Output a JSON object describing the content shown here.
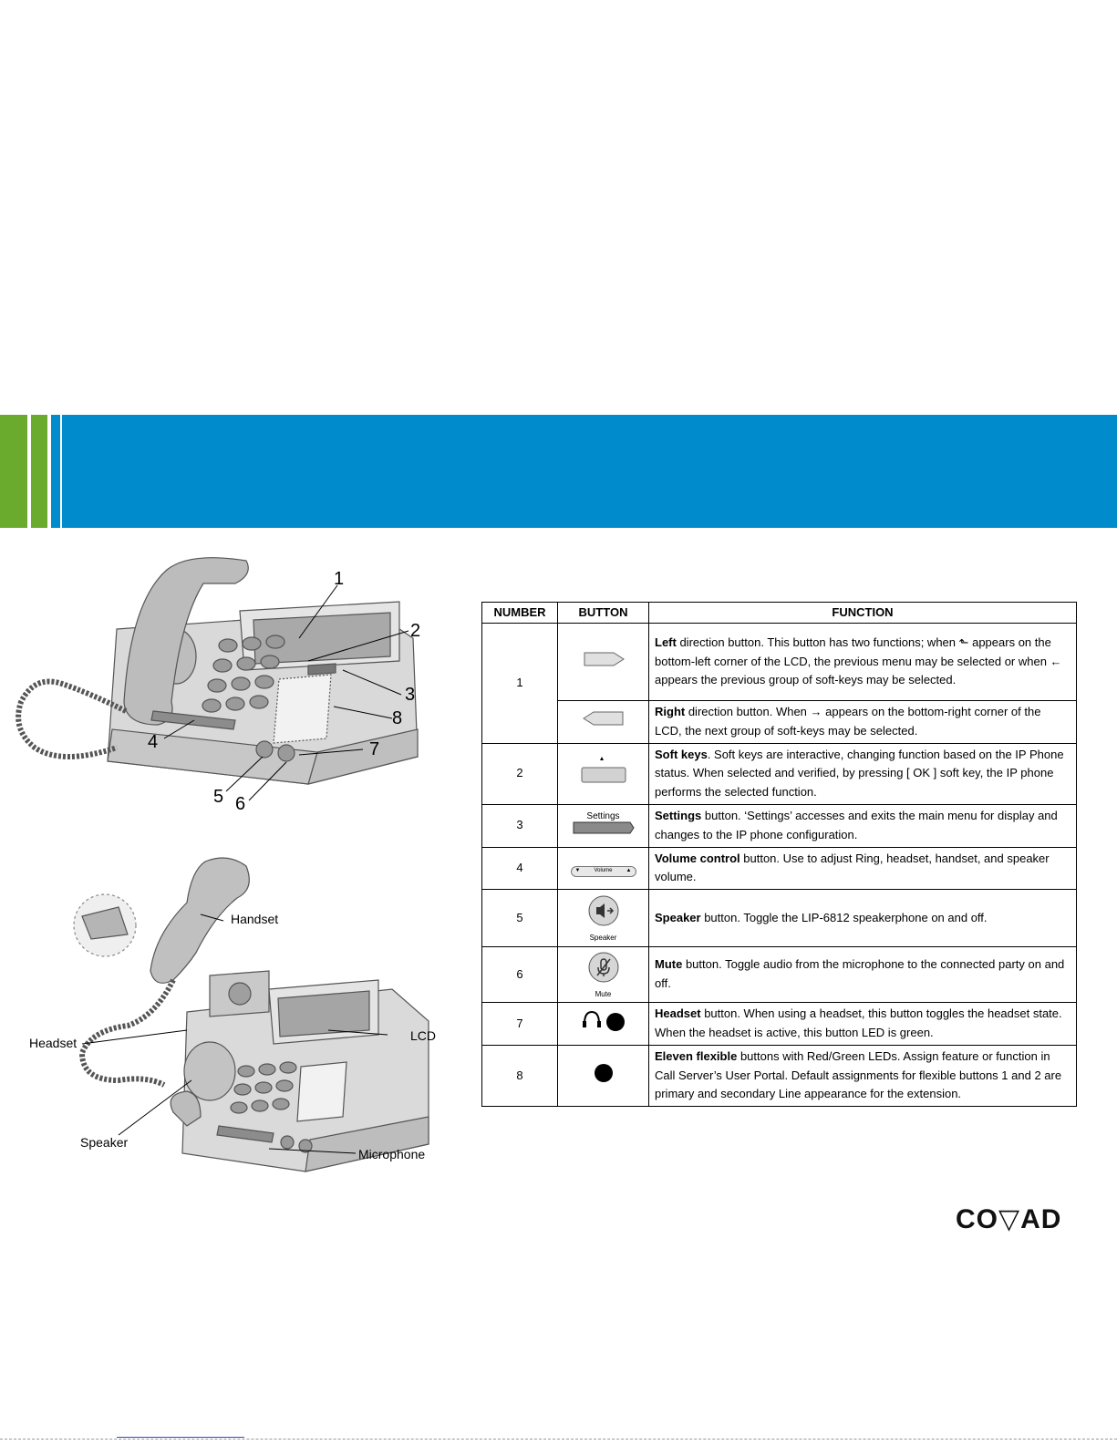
{
  "table": {
    "headers": [
      "NUMBER",
      "BUTTON",
      "FUNCTION"
    ],
    "rows": [
      {
        "number": "1",
        "bold": "Left",
        "text": " direction button. This button has two functions; when ⬑ appears on the bottom-left corner of the LCD, the previous menu may be selected or when ← appears the previous group of soft-keys may be selected."
      },
      {
        "number": "",
        "bold": "Right",
        "text": " direction button. When → appears on the bottom-right corner of the LCD, the next group of soft-keys may be selected."
      },
      {
        "number": "2",
        "bold": "Soft keys",
        "text": ". Soft keys are interactive, changing function based on the IP Phone status.  When selected and verified, by pressing [ OK ] soft key, the IP phone performs the selected function."
      },
      {
        "number": "3",
        "bold": "Settings",
        "text": " button. ‘Settings’ accesses and exits the main menu for display and changes to the IP phone configuration."
      },
      {
        "number": "4",
        "bold": "Volume control",
        "text": " button. Use to adjust Ring, headset, handset, and speaker volume."
      },
      {
        "number": "5",
        "bold": "Speaker",
        "text": " button. Toggle the LIP-6812 speakerphone on and off."
      },
      {
        "number": "6",
        "bold": "Mute",
        "text": " button. Toggle audio from the microphone to the connected party on and off."
      },
      {
        "number": "7",
        "bold": "Headset",
        "text": " button. When using a headset, this button toggles the headset state. When the headset is active, this button LED is green."
      },
      {
        "number": "8",
        "bold": "Eleven flexible",
        "text": " buttons with Red/Green LEDs.  Assign feature or function in Call Server’s User Portal.  Default assignments for flexible buttons 1 and 2 are primary and secondary Line appearance for the extension."
      }
    ],
    "button_labels": {
      "settings": "Settings",
      "volume": "Volume",
      "speaker": "Speaker",
      "mute": "Mute"
    }
  },
  "top_callouts": [
    "1",
    "2",
    "3",
    "8",
    "4",
    "7",
    "5",
    "6"
  ],
  "bottom_labels": {
    "handset": "Handset",
    "headset": "Headset",
    "lcd": "LCD",
    "speaker": "Speaker",
    "microphone": "Microphone"
  },
  "logo": "CO▽AD",
  "colors": {
    "blue": "#008ccc",
    "green": "#6aaa2c"
  }
}
